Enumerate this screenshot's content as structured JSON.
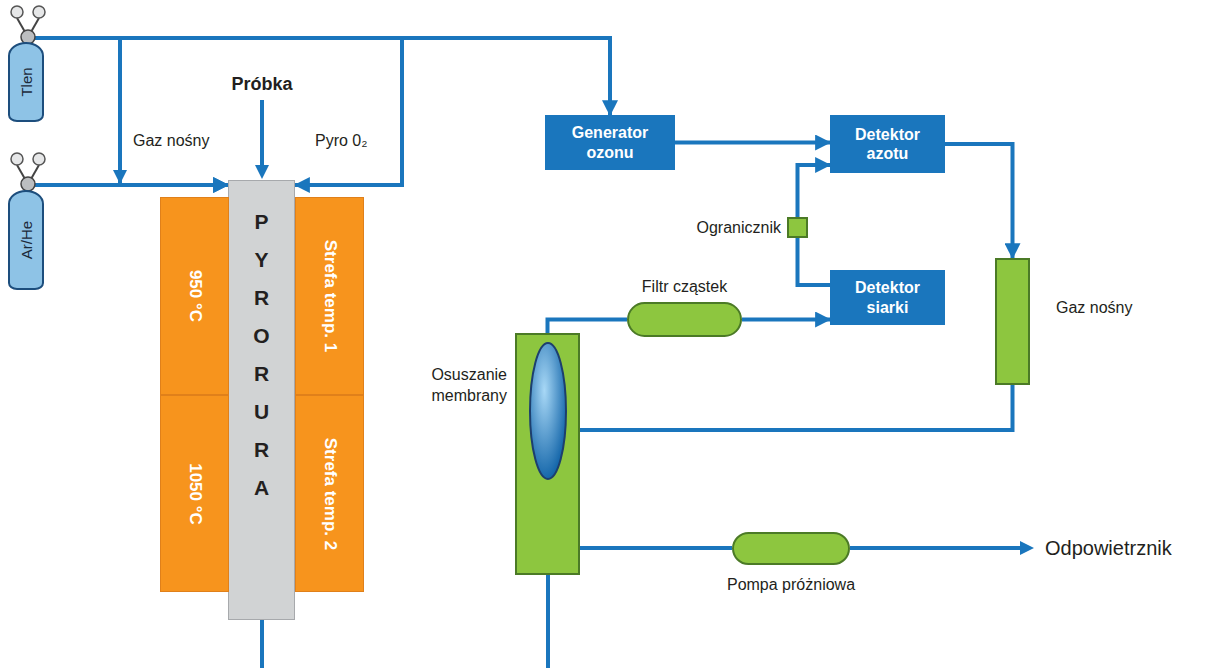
{
  "diagram": {
    "nodes": [
      {
        "text": [
          "Tlen"
        ]
      },
      {
        "text": [
          "Ar/He"
        ]
      },
      {
        "text": [
          "PYRORURA"
        ]
      },
      {
        "text": [
          "950 °C"
        ]
      },
      {
        "text": [
          "Strefa temp. 1"
        ]
      },
      {
        "text": [
          "1050 °C"
        ]
      },
      {
        "text": [
          "Strefa temp. 2"
        ]
      },
      {
        "text": [
          "Generator ozonu"
        ]
      },
      {
        "text": [
          "Detektor azotu"
        ]
      },
      {
        "text": [
          "Ogranicznik"
        ]
      },
      {
        "text": [
          "Detektor siarki"
        ]
      },
      {
        "text": [
          "Filtr cząstek"
        ]
      },
      {
        "text": [
          "Gaz nośny"
        ]
      },
      {
        "text": [
          "Osuszanie membrany"
        ]
      },
      {
        "text": [
          "Pompa próżniowa"
        ]
      }
    ],
    "edges": [
      {
        "from": 0,
        "to": 7,
        "arrow": "to"
      },
      {
        "from": 0,
        "to": 2,
        "arrow": "to"
      },
      {
        "from": 0,
        "to": 2,
        "arrow": "to"
      },
      {
        "from": 1,
        "to": 2,
        "arrow": "to"
      },
      {
        "from": 7,
        "to": 8,
        "arrow": "to"
      },
      {
        "from": 10,
        "to": 9,
        "arrow": "none"
      },
      {
        "from": 9,
        "to": 8,
        "arrow": "to"
      },
      {
        "from": 8,
        "to": 12,
        "arrow": "to"
      },
      {
        "from": 12,
        "to": 13,
        "arrow": "none"
      },
      {
        "from": 13,
        "to": 11,
        "arrow": "none"
      },
      {
        "from": 11,
        "to": 10,
        "arrow": "to"
      },
      {
        "from": 13,
        "to": 14,
        "arrow": "none"
      }
    ],
    "labels": [
      "Próbka",
      "Gaz nośny",
      "Pyro 0₂",
      "Odpowietrznik"
    ]
  }
}
